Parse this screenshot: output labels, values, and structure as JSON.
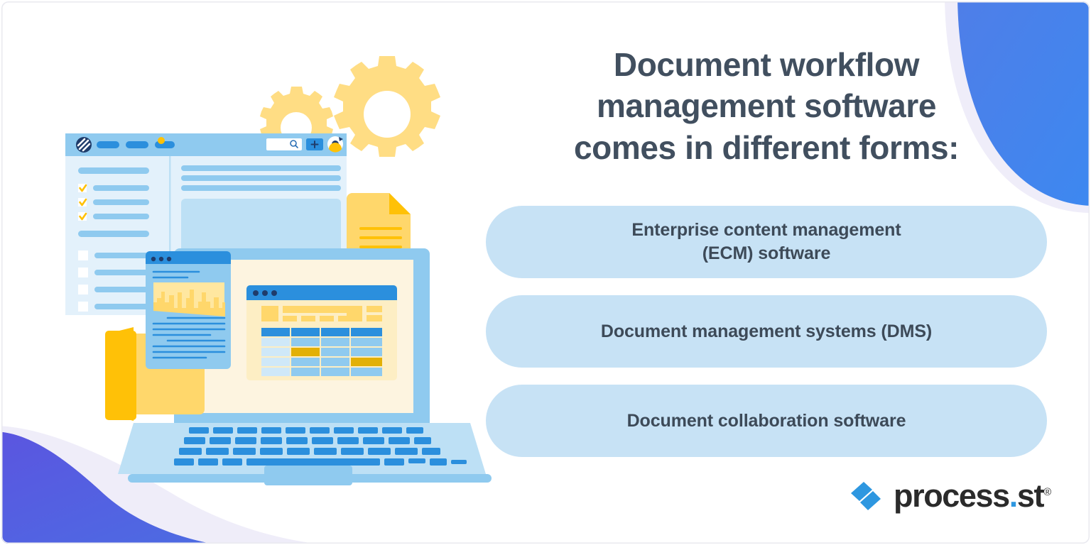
{
  "headline": {
    "line1": "Document workflow",
    "line2": "management software",
    "line3": "comes in different forms:"
  },
  "cards": [
    {
      "label": "Enterprise content management\n(ECM) software"
    },
    {
      "label": "Document management systems (DMS)"
    },
    {
      "label": "Document collaboration software"
    }
  ],
  "logo": {
    "word_main": "process",
    "word_dot": ".",
    "word_suffix": "st",
    "registered": "®"
  },
  "colors": {
    "headline": "#414f5f",
    "card_bg": "#c7e2f5",
    "card_text": "#3d4a58",
    "brand_blue": "#2e97e0",
    "swoosh_blue_top": "#4f7ee8",
    "swoosh_blue_bottom": "#3a85ef",
    "swoosh_purple_top": "#5b55e0",
    "swoosh_purple_bottom": "#4a6fe3",
    "swoosh_lavender": "#efedf9",
    "illu_blue_dark": "#2b8fdd",
    "illu_blue_mid": "#7ec2ec",
    "illu_blue_light": "#bde0f5",
    "illu_blue_pale": "#e3f1fb",
    "illu_yellow": "#ffd76b",
    "illu_yellow_light": "#ffe7a0",
    "illu_yellow_deep": "#ffc107",
    "illu_cream": "#fdf4e0"
  },
  "illustration": {
    "browser_window": {
      "name": "browser-window",
      "logo_icon": "circle-slash-logo-icon",
      "nav_pills": 3,
      "badge_dot": "notification-dot",
      "search_field": "search-input",
      "search_icon": "search-icon",
      "add_button": "plus-button",
      "avatar": "user-avatar",
      "checklist_checked": 3,
      "checklist_unchecked": 4
    },
    "article_window": {
      "name": "article-window",
      "image": "city-skyline-image"
    },
    "table_window": {
      "name": "spreadsheet-window",
      "columns": 4,
      "rows": 5
    },
    "document": {
      "name": "document-file-icon",
      "lines": 4
    },
    "folder": {
      "name": "open-folder-icon"
    },
    "gears": {
      "large": "gear-large-icon",
      "small": "gear-small-icon"
    },
    "laptop": {
      "name": "laptop-illustration",
      "trackpad": "trackpad"
    }
  }
}
